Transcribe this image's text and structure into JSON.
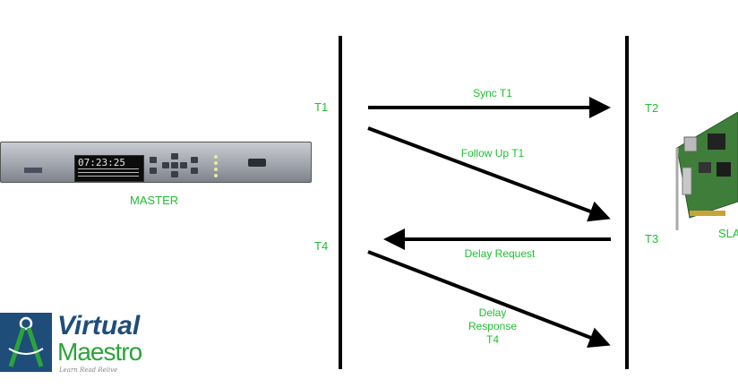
{
  "labels": {
    "t1": "T1",
    "t2": "T2",
    "t3": "T3",
    "t4": "T4",
    "master": "MASTER",
    "slave": "SLAVE"
  },
  "messages": {
    "sync": "Sync T1",
    "follow_up": "Follow Up T1",
    "delay_request": "Delay Request",
    "delay_response_line1": "Delay",
    "delay_response_line2": "Response",
    "delay_response_line3": "T4"
  },
  "device": {
    "time": "07:23:25"
  },
  "logo": {
    "line1": "Virtual",
    "line2": "Maestro",
    "tagline": "Learn  Read  Relive"
  },
  "colors": {
    "label": "#1fbf2f",
    "line": "#000000",
    "logo_blue": "#1f4d7a",
    "logo_green": "#2aa43a"
  }
}
